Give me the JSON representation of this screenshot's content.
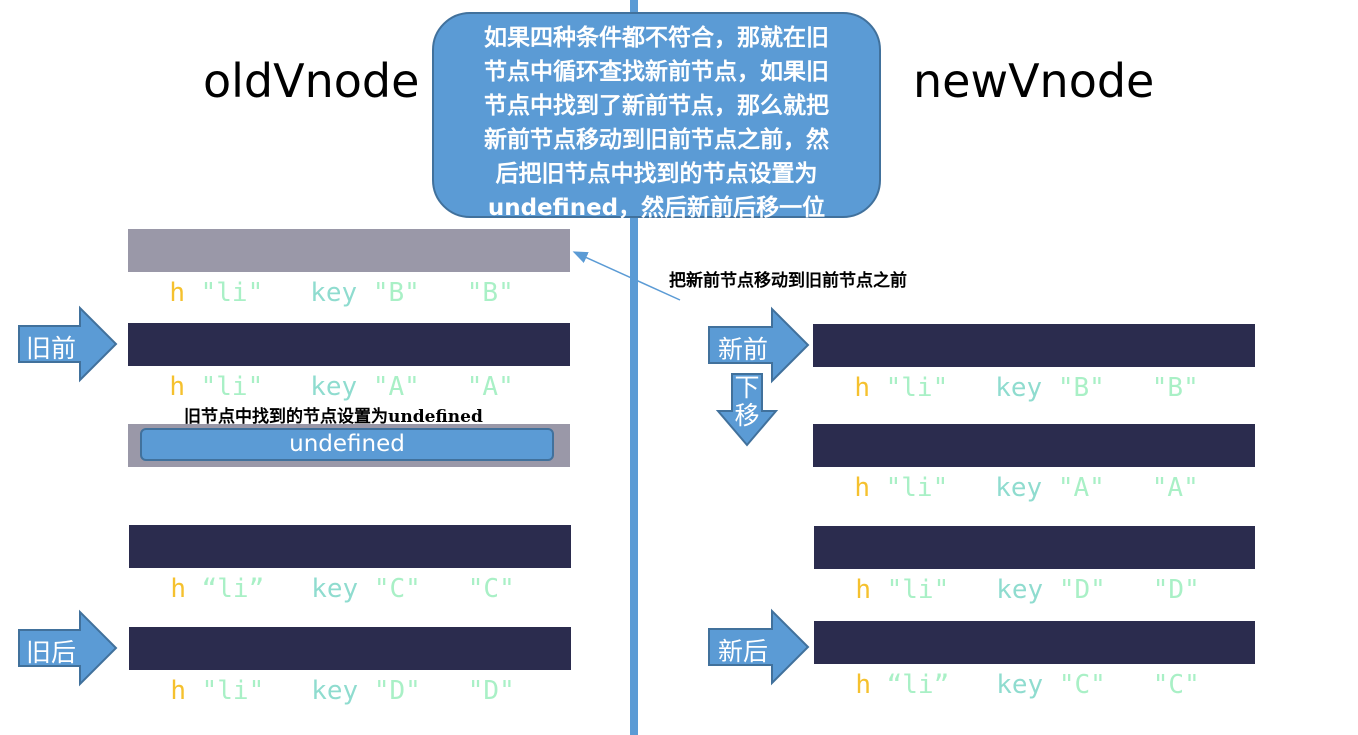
{
  "titles": {
    "old": "oldVnode",
    "new": "newVnode"
  },
  "callout": {
    "lines": [
      "如果四种条件都不符合，那就在旧",
      "节点中循环查找新前节点，如果旧",
      "节点中找到了新前节点，那么就把",
      "新前节点移动到旧前节点之前，然",
      "后把旧节点中找到的节点设置为",
      "undefined，然后新前后移一位"
    ]
  },
  "annotations": {
    "move_note": "把新前节点移动到旧前节点之前",
    "undefined_note": "旧节点中找到的节点设置为undefined"
  },
  "old_nodes": [
    {
      "fn": "h",
      "open": "(",
      "tag": "\"li\"",
      "sep1": ", {",
      "key_label": "key",
      "colon": ":",
      "key": "\"B\"",
      "sep2": "}, ",
      "text": "\"B\"",
      "close": ",)"
    },
    {
      "fn": "h",
      "open": "(",
      "tag": "\"li\"",
      "sep1": ", {",
      "key_label": "key",
      "colon": ":",
      "key": "\"A\"",
      "sep2": "}, ",
      "text": "\"A\"",
      "close": ",)"
    },
    {
      "placeholder": "undefined"
    },
    {
      "fn": "h",
      "open": "(",
      "tag": "“li”",
      "sep1": ", {",
      "key_label": "key",
      "colon": ":",
      "key": "\"C\"",
      "sep2": "}, ",
      "text": "\"C\"",
      "close": ",)"
    },
    {
      "fn": "h",
      "open": "(",
      "tag": "\"li\"",
      "sep1": ", {",
      "key_label": "key",
      "colon": ":",
      "key": "\"D\"",
      "sep2": "}, ",
      "text": "\"D\"",
      "close": ",)"
    }
  ],
  "new_nodes": [
    {
      "fn": "h",
      "open": "(",
      "tag": "\"li\"",
      "sep1": ", {",
      "key_label": "key",
      "colon": ":",
      "key": "\"B\"",
      "sep2": "}, ",
      "text": "\"B\"",
      "close": ",)"
    },
    {
      "fn": "h",
      "open": "(",
      "tag": "\"li\"",
      "sep1": ", {",
      "key_label": "key",
      "colon": ":",
      "key": "\"A\"",
      "sep2": "}, ",
      "text": "\"A\"",
      "close": ",)"
    },
    {
      "fn": "h",
      "open": "(",
      "tag": "\"li\"",
      "sep1": ", {",
      "key_label": "key",
      "colon": ":",
      "key": "\"D\"",
      "sep2": "}, ",
      "text": "\"D\"",
      "close": ",)"
    },
    {
      "fn": "h",
      "open": "(",
      "tag": "“li”",
      "sep1": ", {",
      "key_label": "key",
      "colon": ":",
      "key": "\"C\"",
      "sep2": "}, ",
      "text": "\"C\"",
      "close": ",)"
    }
  ],
  "pointers": {
    "old_start": "旧前",
    "old_end": "旧后",
    "new_start": "新前",
    "new_end": "新后",
    "move_down_1": "下",
    "move_down_2": "移"
  },
  "colors": {
    "accent": "#5b9bd5",
    "accent_border": "#41719c",
    "code_bg": "#2b2c4e",
    "moved_bg": "#9a98a8",
    "fn": "#f5c12e",
    "string": "#a9f0c6",
    "key": "#8fdccf"
  }
}
